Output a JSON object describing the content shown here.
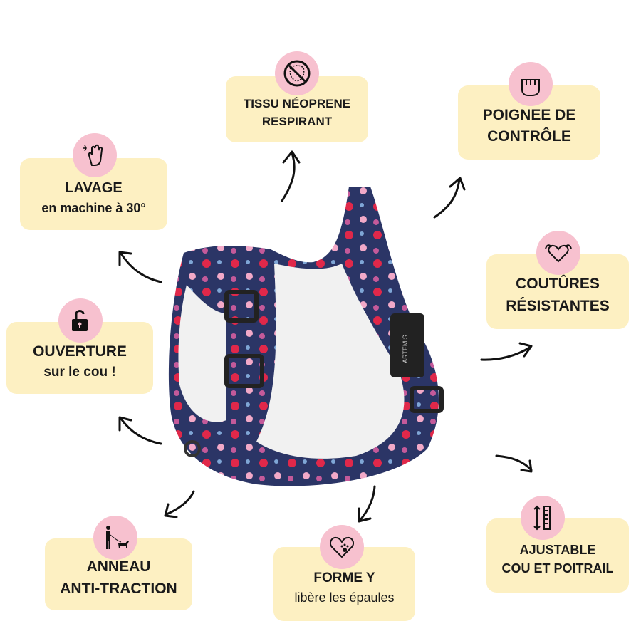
{
  "colors": {
    "box_bg": "#fdf0c2",
    "icon_circle": "#f7c1cf",
    "harness_navy": "#2b3566",
    "flower_red": "#e0284a",
    "flower_pink": "#f2a9c8",
    "mesh": "#f1f1f1"
  },
  "features": [
    {
      "icon": "no-leather-icon",
      "lines": [
        "TISSU NÉOPRENE",
        "RESPIRANT"
      ]
    },
    {
      "icon": "fist-icon",
      "lines": [
        "POIGNEE DE",
        "CONTRÔLE"
      ]
    },
    {
      "icon": "washing-hand-icon",
      "lines": [
        "LAVAGE",
        "en machine à 30°"
      ]
    },
    {
      "icon": "strong-heart-icon",
      "lines": [
        "COUTÛRES",
        "RÉSISTANTES"
      ]
    },
    {
      "icon": "open-lock-icon",
      "lines": [
        "OUVERTURE",
        "sur le cou !"
      ]
    },
    {
      "icon": "ruler-arrows-icon",
      "lines": [
        "AJUSTABLE",
        "COU ET POITRAIL"
      ]
    },
    {
      "icon": "person-dog-icon",
      "lines": [
        "ANNEAU",
        "ANTI-TRACTION"
      ]
    },
    {
      "icon": "heart-paw-icon",
      "lines": [
        "FORME Y",
        "libère les épaules"
      ]
    }
  ],
  "product": {
    "buckle_text": "ARTEMIS"
  }
}
